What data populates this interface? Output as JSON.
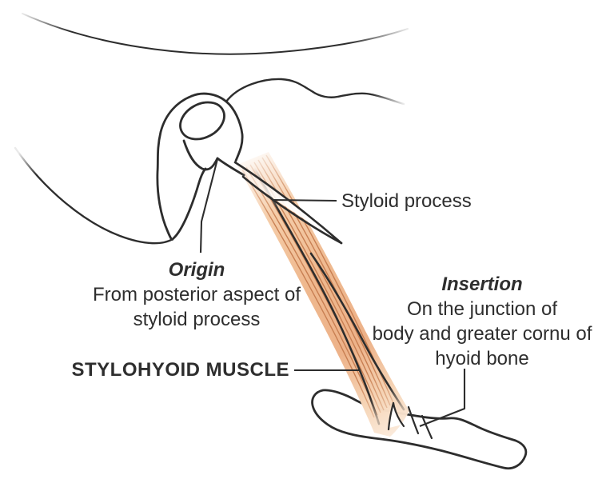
{
  "diagram": {
    "title_label": "STYLOHYOID MUSCLE",
    "callouts": {
      "styloid_process": "Styloid process",
      "origin": {
        "heading": "Origin",
        "line1": "From posterior aspect of",
        "line2": "styloid process"
      },
      "insertion": {
        "heading": "Insertion",
        "line1": "On the junction of",
        "line2": "body and greater cornu of",
        "line3": "hyoid bone"
      }
    },
    "colors": {
      "outline": "#2d2d2d",
      "text": "#2e2e2e",
      "muscle_light": "#f6d2b3",
      "muscle_mid": "#eeb88e",
      "muscle_stripe": "#c87f52",
      "background": "#ffffff"
    },
    "shapes": [
      "skull-base-curve",
      "zygomatic-arch-curve",
      "jaw-curve",
      "temporal-bone",
      "external-acoustic-meatus",
      "mastoid-process",
      "styloid-process",
      "stylohyoid-muscle",
      "hyoid-bone"
    ]
  }
}
